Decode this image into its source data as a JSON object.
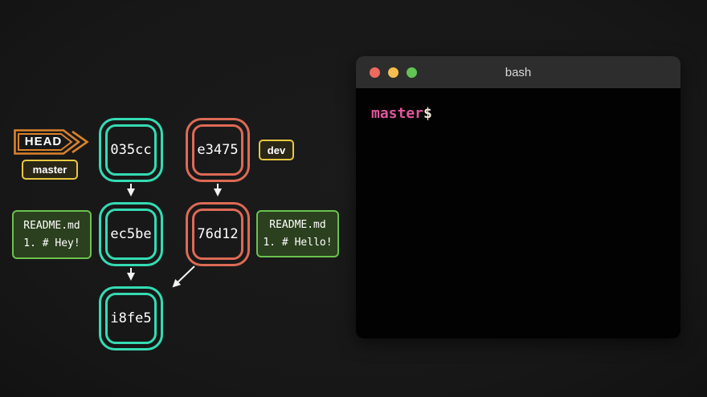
{
  "colors": {
    "background": "#171717",
    "commit_teal": "#34dbb3",
    "commit_red": "#dd6a55",
    "file_border_green": "#6cc24f",
    "file_bg_green": "#2b401e",
    "branch_yellow": "#e8c841",
    "head_orange": "#d9822b",
    "prompt_pink": "#e0569b",
    "arrow_white": "#f2f2f2",
    "titlebar_gray": "#2d2d2d",
    "terminal_black": "#020202",
    "dot_red": "#ee6a5f",
    "dot_yellow": "#f5bd4f",
    "dot_green": "#61c454"
  },
  "graph": {
    "head": {
      "label": "HEAD"
    },
    "branches": [
      {
        "name": "master",
        "attached_to": "035cc"
      },
      {
        "name": "dev",
        "attached_to": "e3475"
      }
    ],
    "commits": [
      {
        "id": "035cc",
        "color": "teal"
      },
      {
        "id": "e3475",
        "color": "red"
      },
      {
        "id": "ec5be",
        "color": "teal"
      },
      {
        "id": "76d12",
        "color": "red"
      },
      {
        "id": "i8fe5",
        "color": "teal"
      }
    ],
    "edges": [
      {
        "from": "035cc",
        "to": "ec5be"
      },
      {
        "from": "e3475",
        "to": "76d12"
      },
      {
        "from": "ec5be",
        "to": "i8fe5"
      },
      {
        "from": "76d12",
        "to": "i8fe5"
      }
    ],
    "files": [
      {
        "name": "README.md",
        "line": "1. # Hey!",
        "near": "ec5be"
      },
      {
        "name": "README.md",
        "line": "1. # Hello!",
        "near": "76d12"
      }
    ]
  },
  "terminal": {
    "title": "bash",
    "window_buttons": [
      "close",
      "minimize",
      "maximize"
    ],
    "prompt": {
      "branch": "master",
      "symbol": "$"
    }
  }
}
